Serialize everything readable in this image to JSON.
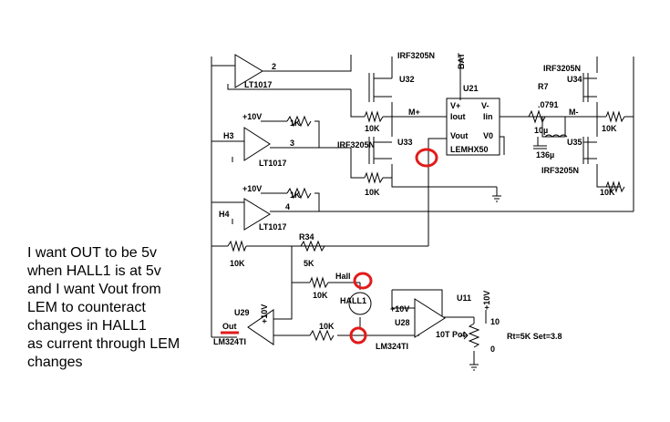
{
  "schematic": {
    "components": {
      "opamp_top_label": "LT1017",
      "opamp_top_out": "2",
      "opamp_h3_supply": "+10V",
      "opamp_h3_input": "H3",
      "opamp_h3_label": "LT1017",
      "opamp_h3_out": "3",
      "opamp_h4_supply": "+10V",
      "opamp_h4_input": "H4",
      "opamp_h4_label": "LT1017",
      "opamp_h4_out": "4",
      "res_1k_a": "1K",
      "res_1k_b": "1K",
      "mosfet_top_part": "IRF3205N",
      "u32": "U32",
      "mosfet_mid_part": "IRF3205N",
      "u33": "U33",
      "res_10k_u32": "10K",
      "res_10k_u33": "10K",
      "bat": "BAT",
      "u21": "U21",
      "lem_vplus": "V+",
      "lem_vminus": "V-",
      "lem_iout": "Iout",
      "lem_iin": "Iin",
      "lem_vout": "Vout",
      "lem_v0": "V0",
      "lem_part": "LEMHX50",
      "m_plus": "M+",
      "m_minus": "M-",
      "r7": "R7",
      "r7_val": ".0791",
      "cap_val": "10µ",
      "ind_val": "136µ",
      "mosfet_tr_part": "IRF3205N",
      "u34": "U34",
      "mosfet_br_part": "IRF3205N",
      "u35": "U35",
      "res_10k_u34": "10K",
      "res_10k_u35": "10K",
      "r_10k_bottom": "10K",
      "r34": "R34",
      "r34_val": "5K",
      "res_10k_hall": "10K",
      "hall_ref": "Hall",
      "hall_label": "HALL1",
      "u29": "U29",
      "u29_supply": "+10V",
      "out_label": "Out",
      "lm324_a": "LM324TI",
      "res_10k_u29in": "10K",
      "u28_supply": "+10V",
      "u28": "U28",
      "lm324_b": "LM324TI",
      "pot_label": "10T Pot",
      "u11": "U11",
      "pot_supply": "+10V",
      "pot_top": "10",
      "pot_bottom": "0",
      "pot_param": "Rt=5K Set=3.8"
    }
  },
  "note": {
    "lines": [
      "I want OUT to be 5v",
      "when HALL1 is at 5v",
      "and I want Vout from",
      "LEM to  counteract",
      "changes in HALL1",
      "as current through LEM",
      "changes"
    ]
  },
  "colors": {
    "marker": "#e21b1b",
    "ink": "#000000"
  }
}
